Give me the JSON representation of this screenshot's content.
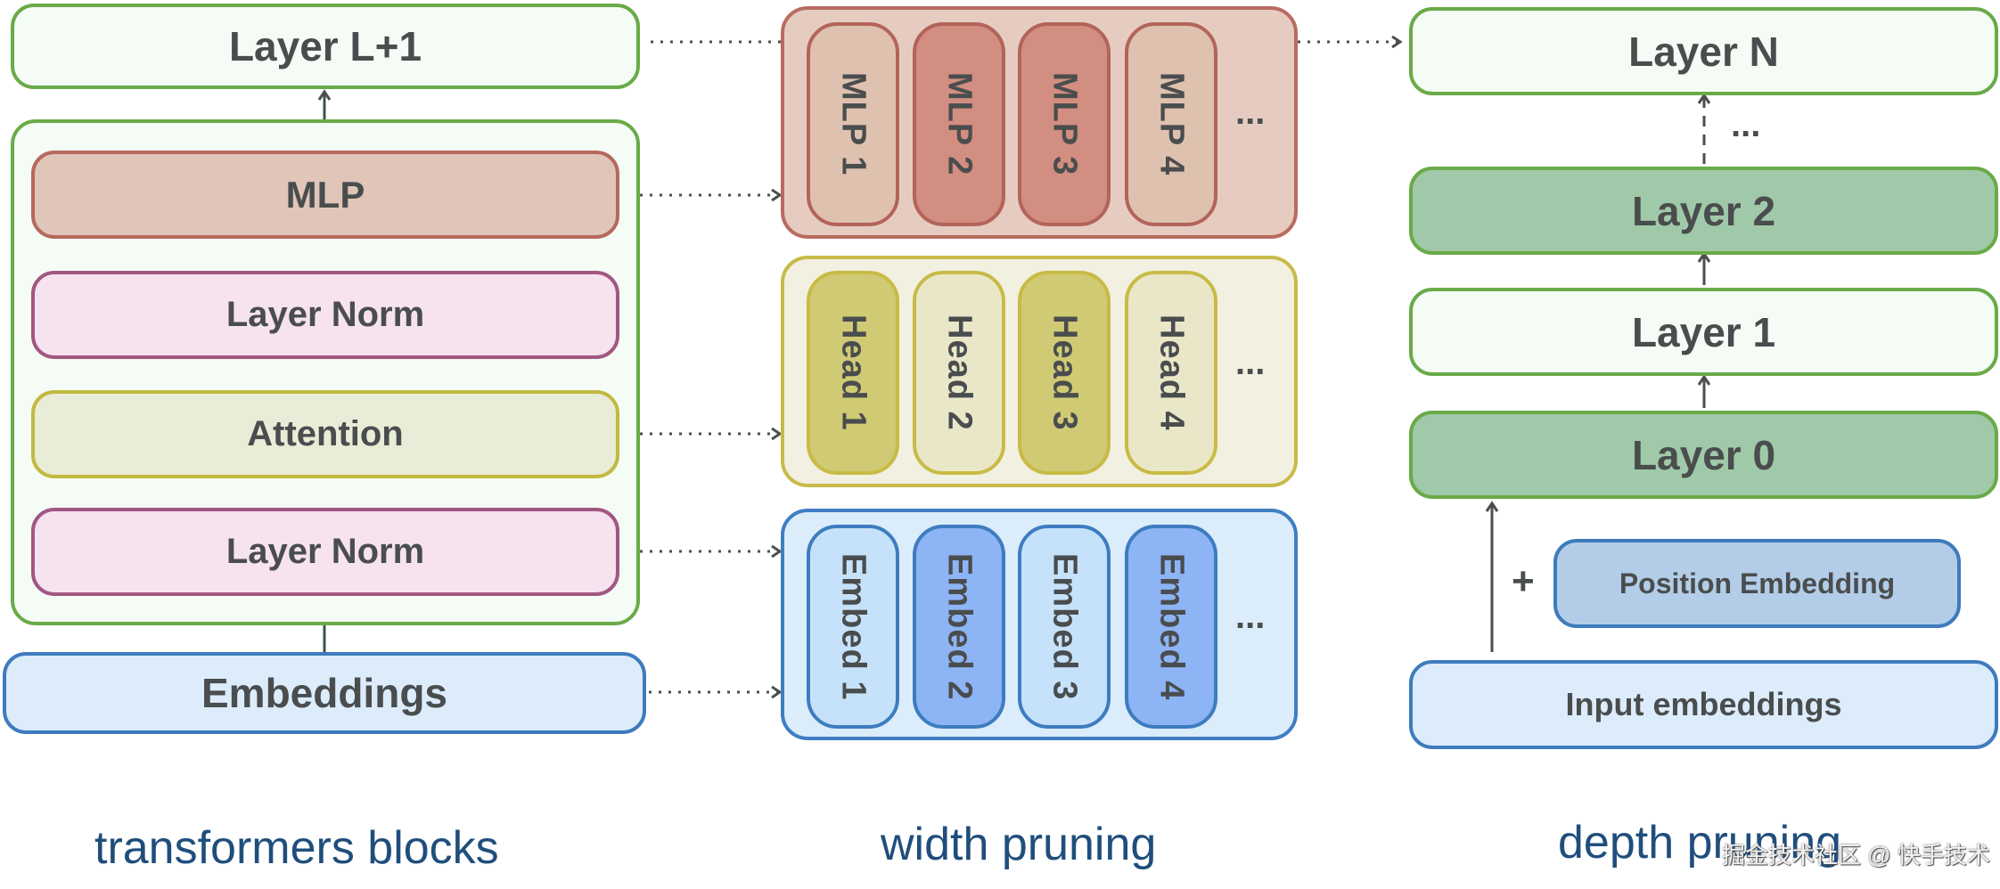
{
  "transformers_block": {
    "caption": "transformers blocks",
    "layer_top": "Layer L+1",
    "mlp": "MLP",
    "layer_norm_upper": "Layer Norm",
    "attention": "Attention",
    "layer_norm_lower": "Layer Norm",
    "embeddings": "Embeddings"
  },
  "width_pruning": {
    "caption": "width pruning",
    "mlp_group": {
      "items": [
        {
          "label": "MLP 1",
          "highlighted": false
        },
        {
          "label": "MLP 2",
          "highlighted": true
        },
        {
          "label": "MLP 3",
          "highlighted": true
        },
        {
          "label": "MLP 4",
          "highlighted": false
        }
      ],
      "more": "..."
    },
    "head_group": {
      "items": [
        {
          "label": "Head 1",
          "highlighted": true
        },
        {
          "label": "Head 2",
          "highlighted": false
        },
        {
          "label": "Head 3",
          "highlighted": true
        },
        {
          "label": "Head 4",
          "highlighted": false
        }
      ],
      "more": "..."
    },
    "embed_group": {
      "items": [
        {
          "label": "Embed 1",
          "highlighted": false
        },
        {
          "label": "Embed 2",
          "highlighted": true
        },
        {
          "label": "Embed 3",
          "highlighted": false
        },
        {
          "label": "Embed 4",
          "highlighted": true
        }
      ],
      "more": "..."
    }
  },
  "depth_pruning": {
    "caption": "depth pruning",
    "layers": [
      {
        "label": "Layer N",
        "highlighted": false
      },
      {
        "label": "Layer 2",
        "highlighted": true
      },
      {
        "label": "Layer 1",
        "highlighted": false
      },
      {
        "label": "Layer 0",
        "highlighted": true
      }
    ],
    "between_ellipsis": "...",
    "plus_sign": "+",
    "position_embedding": "Position Embedding",
    "input_embeddings": "Input embeddings"
  },
  "colors": {
    "mlp_highlight": "#d28e80",
    "mlp_normal": "#dfc1b0",
    "head_highlight": "#d0ca74",
    "head_normal": "#eae7c9",
    "embed_highlight": "#8db4f4",
    "embed_normal": "#c6e2fa",
    "caption": "#1f4e7c"
  },
  "watermark": "掘金技术社区 @ 快手技术"
}
